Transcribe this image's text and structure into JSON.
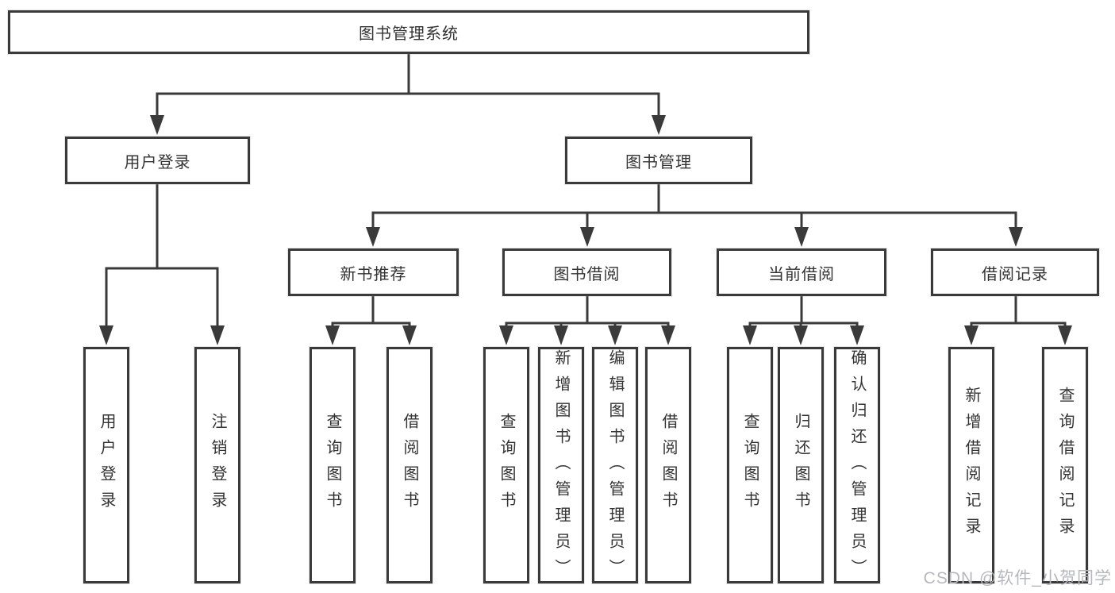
{
  "nodes": {
    "root": {
      "label": "图书管理系统"
    },
    "level2": [
      {
        "label": "用户登录"
      },
      {
        "label": "图书管理"
      }
    ],
    "level3": [
      {
        "label": "新书推荐",
        "parent": "图书管理"
      },
      {
        "label": "图书借阅",
        "parent": "图书管理"
      },
      {
        "label": "当前借阅",
        "parent": "图书管理"
      },
      {
        "label": "借阅记录",
        "parent": "图书管理"
      }
    ],
    "leaves": [
      {
        "label": "用户登录",
        "parent": "用户登录"
      },
      {
        "label": "注销登录",
        "parent": "用户登录"
      },
      {
        "label": "查询图书",
        "parent": "新书推荐"
      },
      {
        "label": "借阅图书",
        "parent": "新书推荐"
      },
      {
        "label": "查询图书",
        "parent": "图书借阅"
      },
      {
        "label": "新增图书（管理员）",
        "parent": "图书借阅"
      },
      {
        "label": "编辑图书（管理员）",
        "parent": "图书借阅"
      },
      {
        "label": "借阅图书",
        "parent": "图书借阅"
      },
      {
        "label": "查询图书",
        "parent": "当前借阅"
      },
      {
        "label": "归还图书",
        "parent": "当前借阅"
      },
      {
        "label": "确认归还（管理员）",
        "parent": "当前借阅"
      },
      {
        "label": "新增借阅记录",
        "parent": "借阅记录"
      },
      {
        "label": "查询借阅记录",
        "parent": "借阅记录"
      }
    ]
  },
  "watermark": "CSDN @软件_小贺同学",
  "colors": {
    "line": "#3a3a3a",
    "text": "#333333",
    "background": "#ffffff",
    "watermark": "#b5b8bd"
  }
}
